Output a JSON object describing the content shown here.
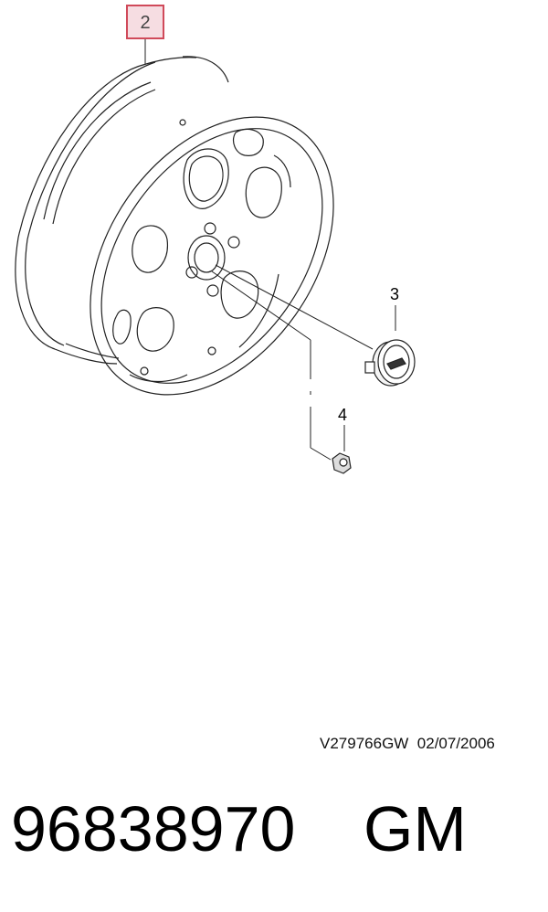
{
  "callouts": {
    "wheel": "2",
    "center_cap": "3",
    "lug_nut": "4"
  },
  "reference": {
    "code": "V279766GW",
    "date": "02/07/2006"
  },
  "footer": {
    "part_number": "96838970",
    "brand": "GM"
  },
  "colors": {
    "highlight_border": "#d04a5a",
    "highlight_fill": "#f6dde2",
    "line": "#222222"
  },
  "icons": {
    "wheel": "alloy-wheel-icon",
    "center_cap": "center-cap-icon",
    "lug_nut": "lug-nut-icon"
  }
}
